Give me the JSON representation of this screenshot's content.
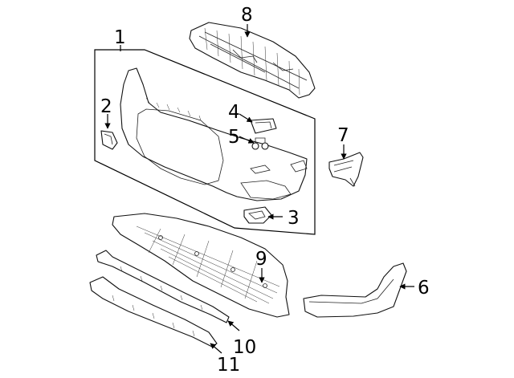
{
  "diagram": {
    "callouts": {
      "bumper_cover": "1",
      "bracket_left": "2",
      "tow_cover": "3",
      "plate": "4",
      "clips": "5",
      "deflector_right": "6",
      "bracket_right": "7",
      "absorber": "8",
      "undercover": "9",
      "lip_upper": "10",
      "lip_lower": "11"
    }
  }
}
